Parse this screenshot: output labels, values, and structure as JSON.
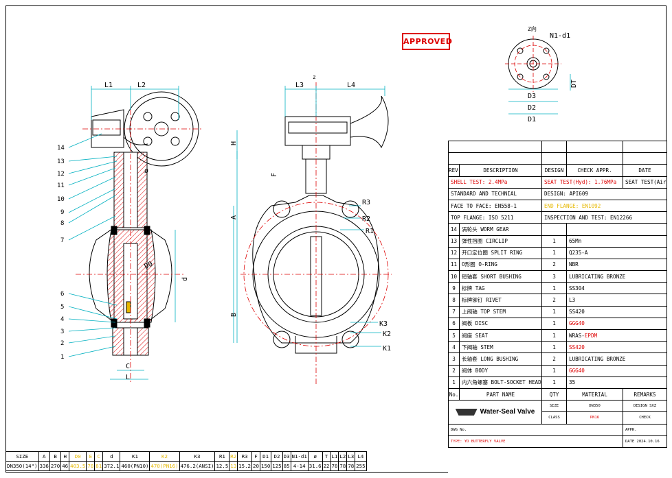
{
  "stamp": "APPROVED",
  "drawing_labels": {
    "side_dims": [
      "L1",
      "L2"
    ],
    "front_dims": [
      "L3",
      "L4"
    ],
    "z_mark": "z",
    "z_dir": "Z向",
    "flange_note": "N1-d1",
    "flange_dims": [
      "D3",
      "D2",
      "D1"
    ],
    "dt": "DT",
    "phi": "ø",
    "do": "D0",
    "d": "d",
    "c": "C",
    "l": "L",
    "h": "H",
    "f": "F",
    "a": "A",
    "b": "B",
    "r_labels": [
      "R3",
      "R2",
      "R1"
    ],
    "k_labels": [
      "K3",
      "K2",
      "K1"
    ],
    "balloons": [
      "14",
      "13",
      "12",
      "11",
      "10",
      "9",
      "8",
      "7",
      "6",
      "5",
      "4",
      "3",
      "2",
      "1"
    ]
  },
  "revision_header": {
    "rev": "REV.",
    "description": "DESCRIPTION",
    "design": "DESIGN",
    "check": "CHECK",
    "appr": "APPR.",
    "date": "DATE"
  },
  "specs": {
    "shell_test": "SHELL TEST: 2.4MPa",
    "seat_test_hyd": "SEAT TEST(Hyd): 1.76MPa",
    "seat_test_air": "SEAT TEST(Air): --",
    "standard": "STANDARD AND TECHNIAL",
    "design": "DESIGN: API609",
    "face_to_face": "FACE TO FACE: EN558-1",
    "end_flange": "END FLANGE: EN1092",
    "top_flange": "TOP FLANGE: ISO 5211",
    "inspection": "INSPECTION AND TEST: EN12266"
  },
  "parts": [
    {
      "no": "14",
      "name_cn": "涡轮头",
      "name": "WORM GEAR",
      "qty": "",
      "material": "",
      "mat_color": ""
    },
    {
      "no": "13",
      "name_cn": "弹性挡圈",
      "name": "CIRCLIP",
      "qty": "1",
      "material": "65Mn",
      "mat_color": ""
    },
    {
      "no": "12",
      "name_cn": "开口定位圈",
      "name": "SPLIT RING",
      "qty": "1",
      "material": "Q235-A",
      "mat_color": ""
    },
    {
      "no": "11",
      "name_cn": "O形圈",
      "name": "O-RING",
      "qty": "2",
      "material": "NBR",
      "mat_color": ""
    },
    {
      "no": "10",
      "name_cn": "短轴套",
      "name": "SHORT BUSHING",
      "qty": "3",
      "material": "LUBRICATING BRONZE",
      "mat_color": ""
    },
    {
      "no": "9",
      "name_cn": "标牌",
      "name": "TAG",
      "qty": "1",
      "material": "SS304",
      "mat_color": ""
    },
    {
      "no": "8",
      "name_cn": "标牌铆钉",
      "name": "RIVET",
      "qty": "2",
      "material": "L3",
      "mat_color": ""
    },
    {
      "no": "7",
      "name_cn": "上阀轴",
      "name": "TOP STEM",
      "qty": "1",
      "material": "SS420",
      "mat_color": ""
    },
    {
      "no": "6",
      "name_cn": "阀板",
      "name": "DISC",
      "qty": "1",
      "material": "GGG40",
      "mat_color": "red"
    },
    {
      "no": "5",
      "name_cn": "阀座",
      "name": "SEAT",
      "qty": "1",
      "material": "WRAS-",
      "material2": "EPDM",
      "mat_color": "split"
    },
    {
      "no": "4",
      "name_cn": "下阀轴",
      "name": "STEM",
      "qty": "1",
      "material": "SS420",
      "mat_color": "red"
    },
    {
      "no": "3",
      "name_cn": "长轴套",
      "name": "LONG BUSHING",
      "qty": "2",
      "material": "LUBRICATING BRONZE",
      "mat_color": ""
    },
    {
      "no": "2",
      "name_cn": "阀体",
      "name": "BODY",
      "qty": "1",
      "material": "GGG40",
      "mat_color": "red"
    },
    {
      "no": "1",
      "name_cn": "内六角螺塞",
      "name": "BOLT-SOCKET HEAD",
      "qty": "1",
      "material": "35",
      "mat_color": ""
    }
  ],
  "parts_header": {
    "no": "No.",
    "name": "PART NAME",
    "qty": "QTY",
    "material": "MATERIAL",
    "remarks": "REMARKS"
  },
  "title_block": {
    "company": "Water-Seal Valve",
    "size_label": "SIZE",
    "size_value": "DN350",
    "design_label": "DESIGN",
    "design_value": "SXZ",
    "class_label": "CLASS",
    "class_value": "PN16",
    "check_label": "CHECK",
    "dwg_label": "DWG No.",
    "appr_label": "APPR.",
    "type": "TYPE: YD BUTTERFLY VALVE",
    "date_label": "DATE",
    "date_value": "2024.10.16"
  },
  "dimension_table": {
    "headers": [
      "SIZE",
      "A",
      "B",
      "H",
      "D0",
      "E",
      "C",
      "d",
      "K1",
      "K2",
      "K3",
      "R1",
      "R2",
      "R3",
      "F",
      "D1",
      "D2",
      "D3",
      "N1-d1",
      "ø",
      "T",
      "L1",
      "L2",
      "L3",
      "L4"
    ],
    "values": [
      "DN350(14\")",
      "336",
      "270",
      "46",
      "403.5",
      "78",
      "81",
      "372.1",
      "460(PN10)",
      "470(PN16)",
      "476.2(ANSI)",
      "12.5",
      "13",
      "15.2",
      "20",
      "150",
      "125",
      "85",
      "4-14",
      "31.6",
      "22",
      "78",
      "78",
      "78",
      "255"
    ],
    "yellow_cols": [
      4,
      5,
      6,
      9,
      12
    ]
  },
  "colors": {
    "outline": "#000000",
    "center_line": "#d00000",
    "dimension": "#00b0c0",
    "hatch": "#d00000",
    "stamp": "#dd0000",
    "highlight": "#e6b800"
  }
}
